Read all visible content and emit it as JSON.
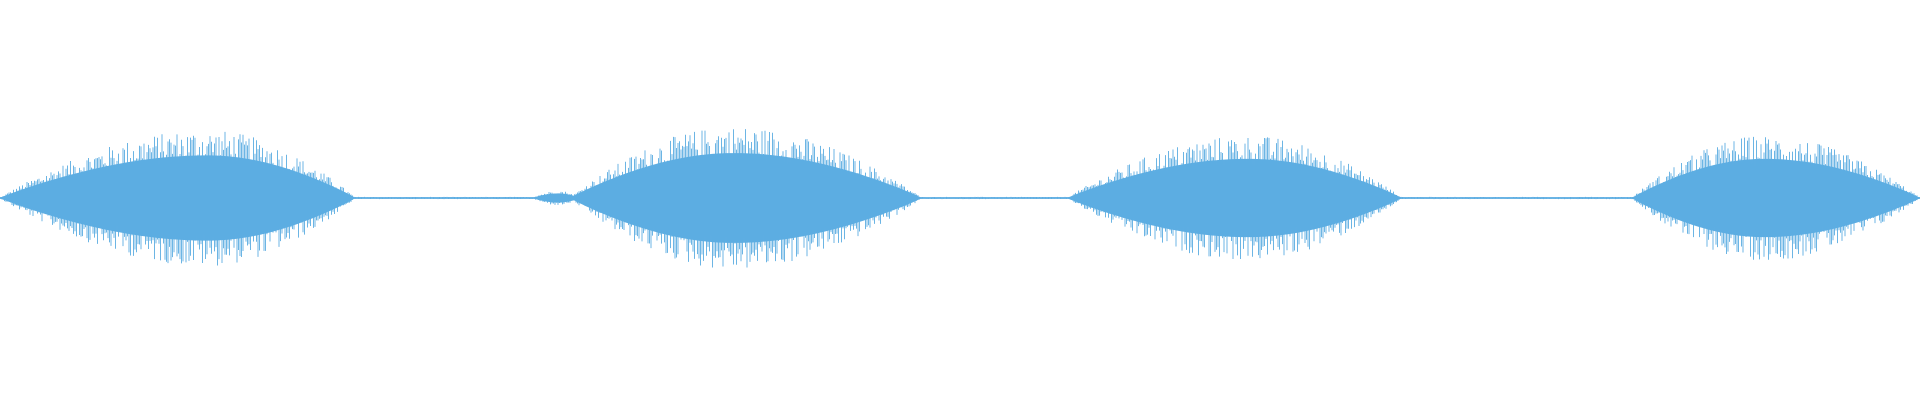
{
  "waveform": {
    "color": "#5dade2",
    "background": "#ffffff",
    "bursts": [
      {
        "start": 0.0,
        "peak": 0.108,
        "end": 0.185,
        "amplitude": 0.74
      },
      {
        "start": 0.277,
        "peak": 0.291,
        "end": 0.302,
        "amplitude": 0.08
      },
      {
        "start": 0.297,
        "peak": 0.382,
        "end": 0.48,
        "amplitude": 0.78
      },
      {
        "start": 0.556,
        "peak": 0.65,
        "end": 0.73,
        "amplitude": 0.68
      },
      {
        "start": 0.85,
        "peak": 0.919,
        "end": 1.0,
        "amplitude": 0.68
      }
    ],
    "baseline_amplitude": 0.012
  }
}
